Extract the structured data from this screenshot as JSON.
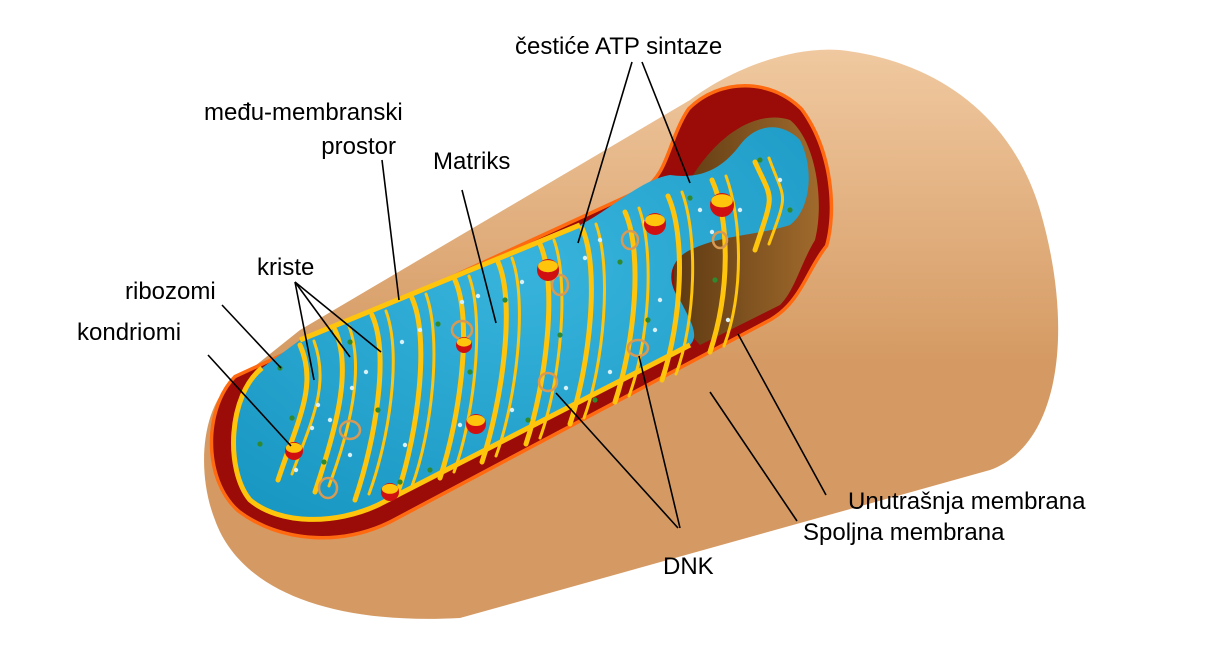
{
  "colors": {
    "outer_membrane": "#d59a63",
    "outer_membrane_light": "#f0c9a0",
    "outer_rim": "#ff6a10",
    "intermembrane_space": "#9b0b08",
    "inner_membrane": "#ffc40c",
    "matrix": "#1796c2",
    "matrix_light": "#38b4dc",
    "cut_wall": "#8a5a22",
    "ribosome": "#2f8a2f",
    "atp_synthase": "#d01010",
    "dna": "#d89a52",
    "leader_line": "#000000"
  },
  "icons": [
    "mitochondrion-illustration"
  ],
  "labels": {
    "atp_synthase": "čestiće ATP sintaze",
    "intermembrane_line1": "među-membranski",
    "intermembrane_line2": "prostor",
    "matrix": "Matriks",
    "cristae": "kriste",
    "ribosomes": "ribozomi",
    "granules": "kondriomi",
    "inner_membrane": "Unutrašnja membrana",
    "outer_membrane": "Spoljna membrana",
    "dna": "DNK"
  }
}
